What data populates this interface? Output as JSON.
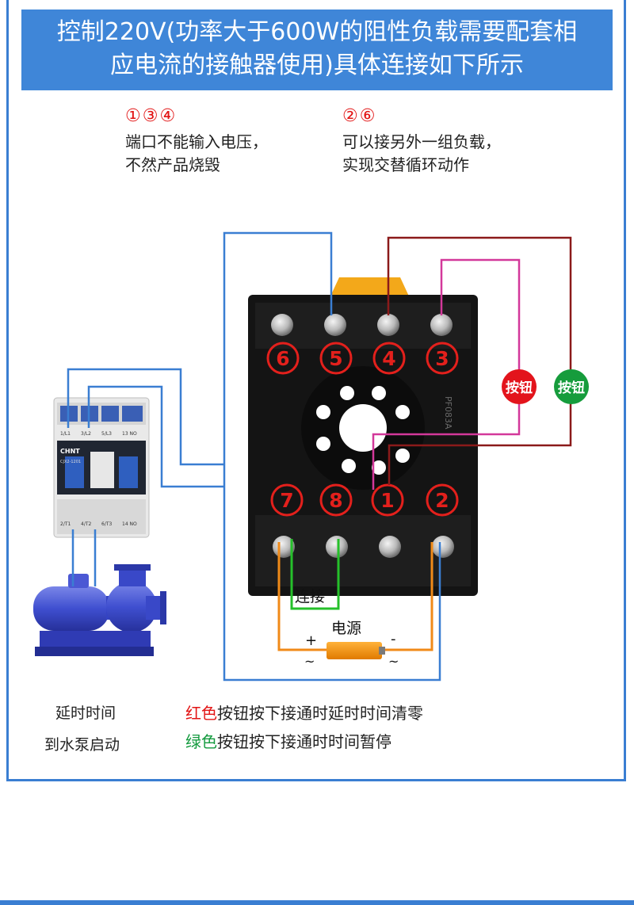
{
  "title": {
    "line1": "控制220V(功率大于600W的阻性负载需要配套相",
    "line2": "应电流的接触器使用)具体连接如下所示"
  },
  "notes": {
    "left": {
      "numbers": "①③④",
      "line1": "端口不能输入电压，",
      "line2": "不然产品烧毁"
    },
    "right": {
      "numbers": "②⑥",
      "line1": "可以接另外一组负载，",
      "line2": "实现交替循环动作"
    }
  },
  "relay": {
    "top_terminals": [
      "6",
      "5",
      "4",
      "3"
    ],
    "bottom_terminals": [
      "7",
      "8",
      "1",
      "2"
    ],
    "model_text": "PF083A"
  },
  "contactor": {
    "brand": "CHNT",
    "model": "CJX2-1201",
    "top_labels": [
      "1/L1",
      "3/L2",
      "5/L3",
      "13 NO"
    ],
    "bottom_labels": [
      "2/T1",
      "4/T2",
      "6/T3",
      "14 NO"
    ]
  },
  "buttons": {
    "red": {
      "label": "按钮",
      "color": "#e3141c"
    },
    "green": {
      "label": "按钮",
      "color": "#169c3c"
    }
  },
  "wiring": {
    "jumper_label": "连接",
    "power_label": "电源",
    "plus": "+",
    "minus": "-",
    "ac_left": "~",
    "ac_right": "~"
  },
  "pump_caption": {
    "line1": "延时时间",
    "line2": "到水泵启动"
  },
  "legend": {
    "red_word": "红色",
    "red_text": "按钮按下接通时延时时间清零",
    "green_word": "绿色",
    "green_text": "按钮按下接通时时间暂停"
  },
  "colors": {
    "accent": "#3f86d8",
    "blue_wire": "#3a7ed2",
    "darkred_wire": "#8b1a1a",
    "pink_wire": "#d3389a",
    "orange_wire": "#f08a18",
    "green_wire": "#25c02a"
  }
}
